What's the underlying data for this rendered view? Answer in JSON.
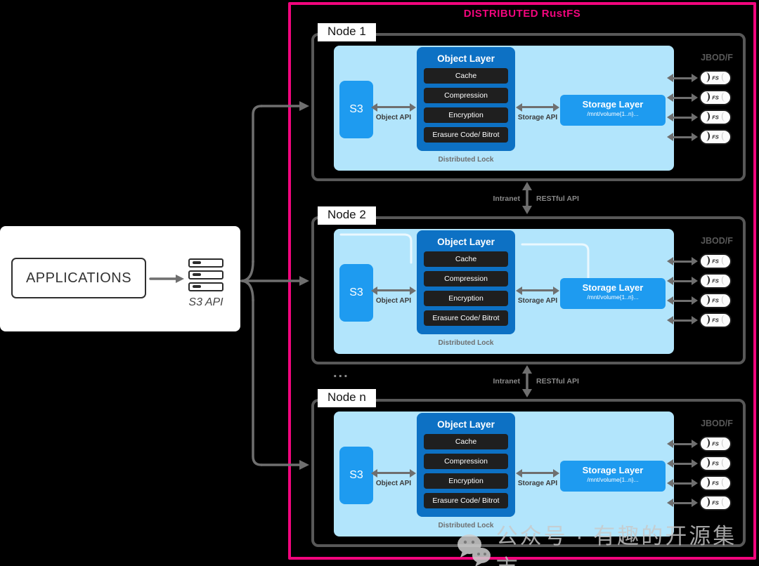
{
  "title": "DISTRIBUTED RustFS",
  "colors": {
    "accent_magenta": "#F2057D",
    "node_panel_blue": "#B2E5FC",
    "bright_blue": "#1E9BF0",
    "deep_blue": "#0D71C4",
    "dark_item": "#1F1F1F",
    "line_gray": "#6F6F6F"
  },
  "left_panel": {
    "applications_label": "APPLICATIONS",
    "s3_api_label": "S3 API"
  },
  "connectors": {
    "intranet_label": "Intranet",
    "restful_api_label": "RESTful API",
    "ellipsis": "..."
  },
  "nodes": [
    {
      "label": "Node 1",
      "s3_label": "S3",
      "object_layer": {
        "title": "Object Layer",
        "items": [
          "Cache",
          "Compression",
          "Encryption",
          "Erasure Code/ Bitrot"
        ]
      },
      "object_api_label": "Object API",
      "storage_api_label": "Storage API",
      "storage_layer": {
        "title": "Storage Layer",
        "subtitle": "/mnt/volume{1..n}..."
      },
      "distributed_lock_label": "Distributed Lock",
      "jbod_label": "JBOD/F",
      "disks": [
        "FS",
        "FS",
        "FS",
        "FS"
      ]
    },
    {
      "label": "Node 2",
      "s3_label": "S3",
      "object_layer": {
        "title": "Object Layer",
        "items": [
          "Cache",
          "Compression",
          "Encryption",
          "Erasure Code/ Bitrot"
        ]
      },
      "object_api_label": "Object API",
      "storage_api_label": "Storage API",
      "storage_layer": {
        "title": "Storage Layer",
        "subtitle": "/mnt/volume{1..n}..."
      },
      "distributed_lock_label": "Distributed Lock",
      "jbod_label": "JBOD/F",
      "disks": [
        "FS",
        "FS",
        "FS",
        "FS"
      ]
    },
    {
      "label": "Node n",
      "s3_label": "S3",
      "object_layer": {
        "title": "Object Layer",
        "items": [
          "Cache",
          "Compression",
          "Encryption",
          "Erasure Code/ Bitrot"
        ]
      },
      "object_api_label": "Object API",
      "storage_api_label": "Storage API",
      "storage_layer": {
        "title": "Storage Layer",
        "subtitle": "/mnt/volume{1..n}..."
      },
      "distributed_lock_label": "Distributed Lock",
      "jbod_label": "JBOD/F",
      "disks": [
        "FS",
        "FS",
        "FS",
        "FS"
      ]
    }
  ],
  "watermark": {
    "text": "公众号 · 有趣的开源集市",
    "icon": "wechat-chat-bubbles-icon"
  }
}
